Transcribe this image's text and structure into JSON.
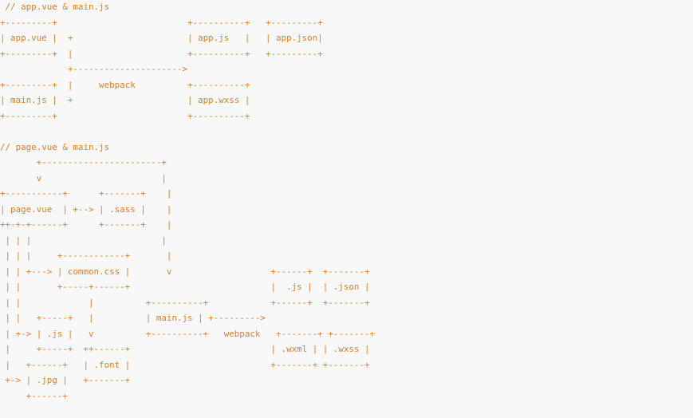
{
  "diagram": {
    "text_color": "#d87f2f",
    "background": "#f8f8f8",
    "lines": [
      " // app.vue & main.js",
      "+---------+                         +----------+   +---------+",
      "| app.vue |  +                      | app.js   |   | app.json|",
      "+---------+  |                      +----------+   +---------+",
      "             +--------------------->",
      "+---------+  |     webpack          +----------+",
      "| main.js |  +                      | app.wxss |",
      "+---------+                         +----------+",
      "",
      "// page.vue & main.js",
      "       +-----------------------+",
      "       v                       |",
      "+-----------+      +-------+    |",
      "| page.vue  | +--> | .sass |    |",
      "++-+-+------+      +-------+    |",
      " | | |                         |",
      " | | |     +------------+       |",
      " | | +---> | common.css |       v                   +------+  +-------+",
      " | |       +-----+------+                           |  .js |  | .json |",
      " | |             |          +----------+            +------+  +-------+",
      " | |   +-----+   |          | main.js | +--------->",
      " | +-> | .js |   v          +----------+   webpack   +-------+ +-------+",
      " |     +-----+  ++------+                           | .wxml | | .wxss |",
      " |   +------+   | .font |                           +-------+ +-------+",
      " +-> | .jpg |   +-------+",
      "     +------+"
    ]
  }
}
